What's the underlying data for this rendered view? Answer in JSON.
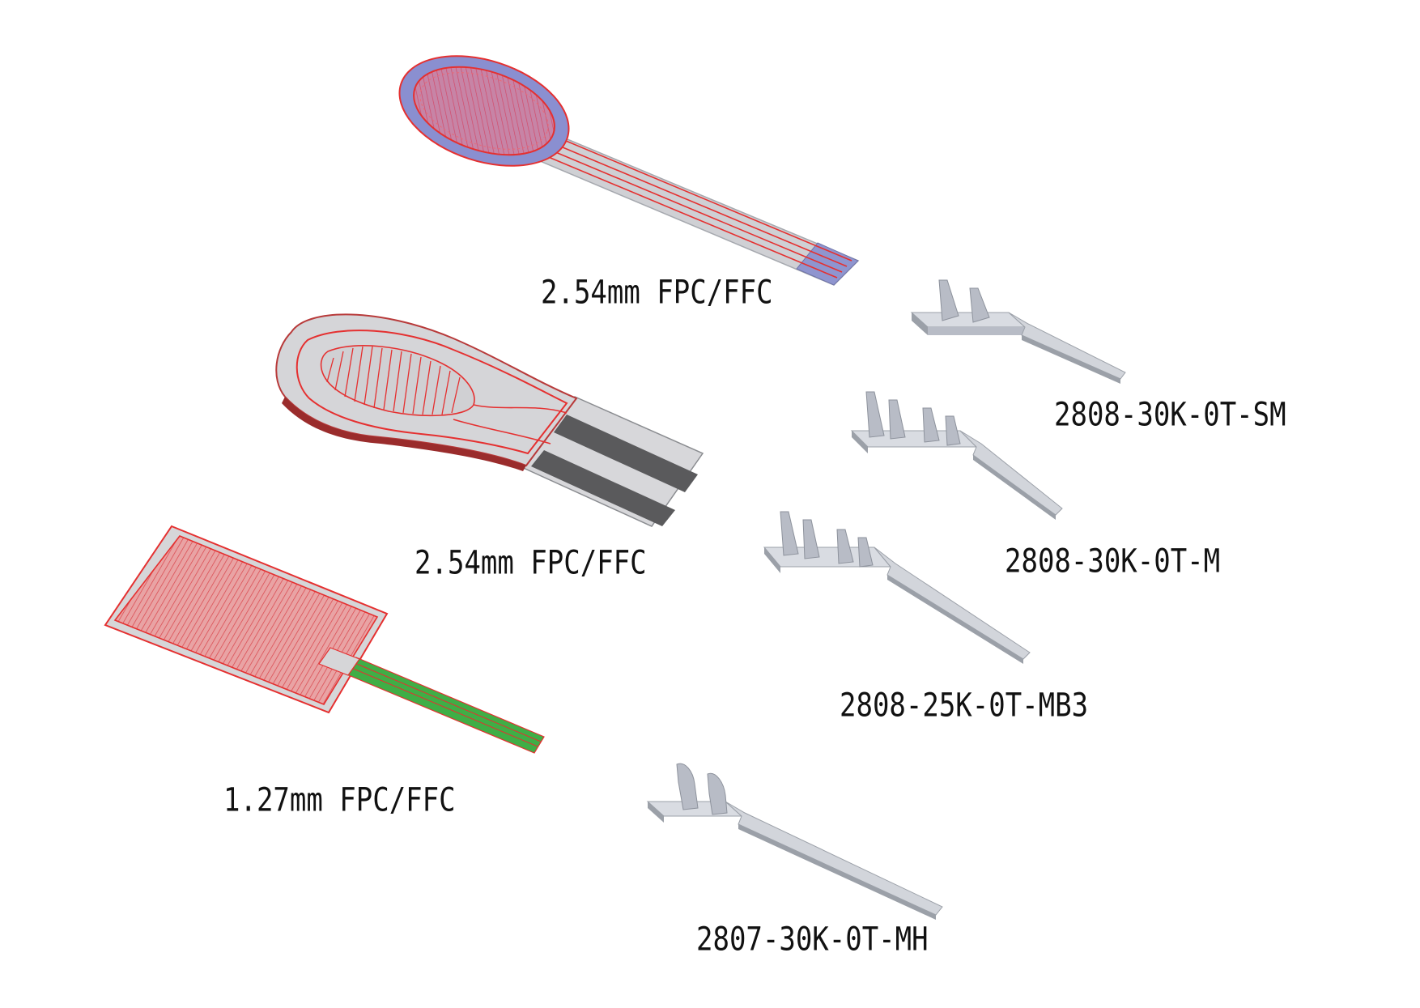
{
  "sensors": [
    {
      "id": "round",
      "label": "2.54mm FPC/FFC",
      "film_color": "#7f86c9",
      "pad_color": "#c96a86"
    },
    {
      "id": "oval",
      "label": "2.54mm FPC/FFC",
      "film_color": "#cfcfcf",
      "stripe_color": "#555555"
    },
    {
      "id": "rect",
      "label": "1.27mm FPC/FFC",
      "film_color": "#e8888a",
      "tail_color": "#3cb043"
    }
  ],
  "terminals": [
    {
      "id": "t1",
      "label": "2808-30K-0T-SM"
    },
    {
      "id": "t2",
      "label": "2808-30K-0T-M"
    },
    {
      "id": "t3",
      "label": "2808-25K-0T-MB3"
    },
    {
      "id": "t4",
      "label": "2807-30K-0T-MH"
    }
  ],
  "colors": {
    "trace": "#e53030",
    "metal": "#b8bcc6",
    "metal_dark": "#8d929c",
    "metal_light": "#d9dce2"
  }
}
